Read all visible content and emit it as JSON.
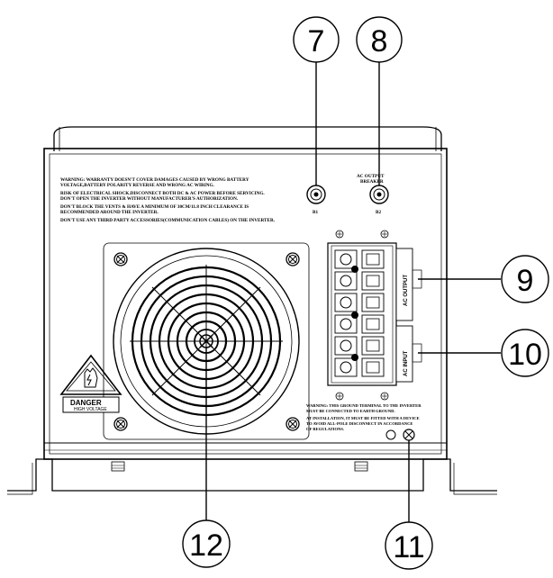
{
  "callouts": [
    {
      "id": "7",
      "label": "7"
    },
    {
      "id": "8",
      "label": "8"
    },
    {
      "id": "9",
      "label": "9"
    },
    {
      "id": "10",
      "label": "10"
    },
    {
      "id": "11",
      "label": "11"
    },
    {
      "id": "12",
      "label": "12"
    }
  ],
  "warnings": {
    "line1": "WARNING: WARRANTY DOESN'T COVER DAMAGES CAUSED BY WRONG BATTERY",
    "line2": "VOLTAGE,BATTERY POLARITY REVERSE AND WRONG AC WIRING.",
    "line3": "RISK OF ELECTRICAL SHOCK.DISCONNECT BOTH DC & AC POWER BEFORE SERVICING.",
    "line4": "DON'T OPEN THE INVERTER WITHOUT MANUFACTURER'S AUTHORIZATION.",
    "line5": "DON'T BLOCK THE VENTS & HAVE A MINIMUM OF 30CM/11.8 INCH CLEARANCE IS",
    "line6": "RECOMMENDED AROUND THE INVERTER.",
    "line7": "DON'T USE ANY THIRD PARTY ACCESSORIES(COMMUNICATION CABLES) ON THE INVERTER."
  },
  "breaker": {
    "title_line1": "AC OUTPUT",
    "title_line2": "BREAKER",
    "b1": "B1",
    "b2": "B2"
  },
  "terminal": {
    "ac_output": "AC OUTPUT",
    "ac_input": "AC INPUT"
  },
  "ground_note": {
    "line1": "WARNING: THIS GROUND TERMINAL TO THE INVERTER",
    "line2": "MUST BE CONNECTED TO EARTH GROUND.",
    "line3": "AT INSTALLATION, IT MUST BE FITTED WITH A DEVICE",
    "line4": "TO AVOID ALL-POLE DISCONNECT IN ACCORDANCE",
    "line5": "OF REGULATIONS."
  },
  "danger": {
    "title": "DANGER",
    "sub": "HIGH VOLTAGE"
  }
}
